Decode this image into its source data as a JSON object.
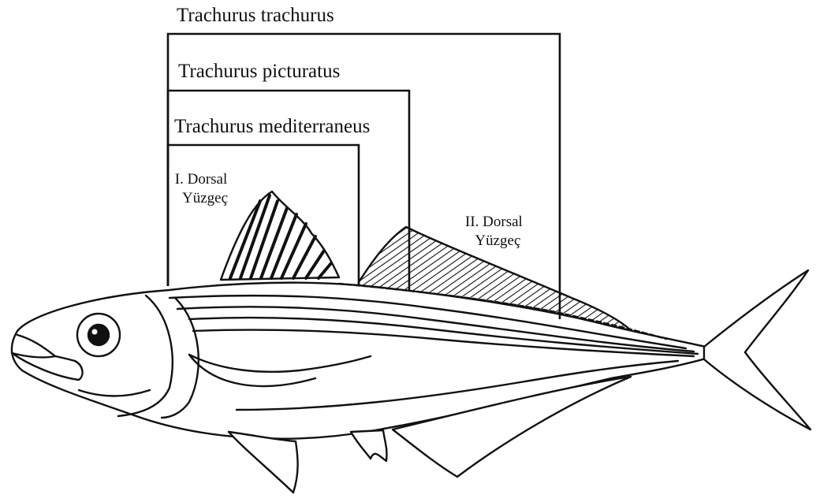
{
  "species": {
    "trachurus": "Trachurus trachurus",
    "picturatus": "Trachurus picturatus",
    "mediterraneus": "Trachurus mediterraneus"
  },
  "fins": {
    "first_dorsal": {
      "line1": "I. Dorsal",
      "line2": "Yüzgeç"
    },
    "second_dorsal": {
      "line1": "II. Dorsal",
      "line2": "Yüzgeç"
    }
  },
  "colors": {
    "ink": "#111111",
    "background": "#ffffff"
  }
}
